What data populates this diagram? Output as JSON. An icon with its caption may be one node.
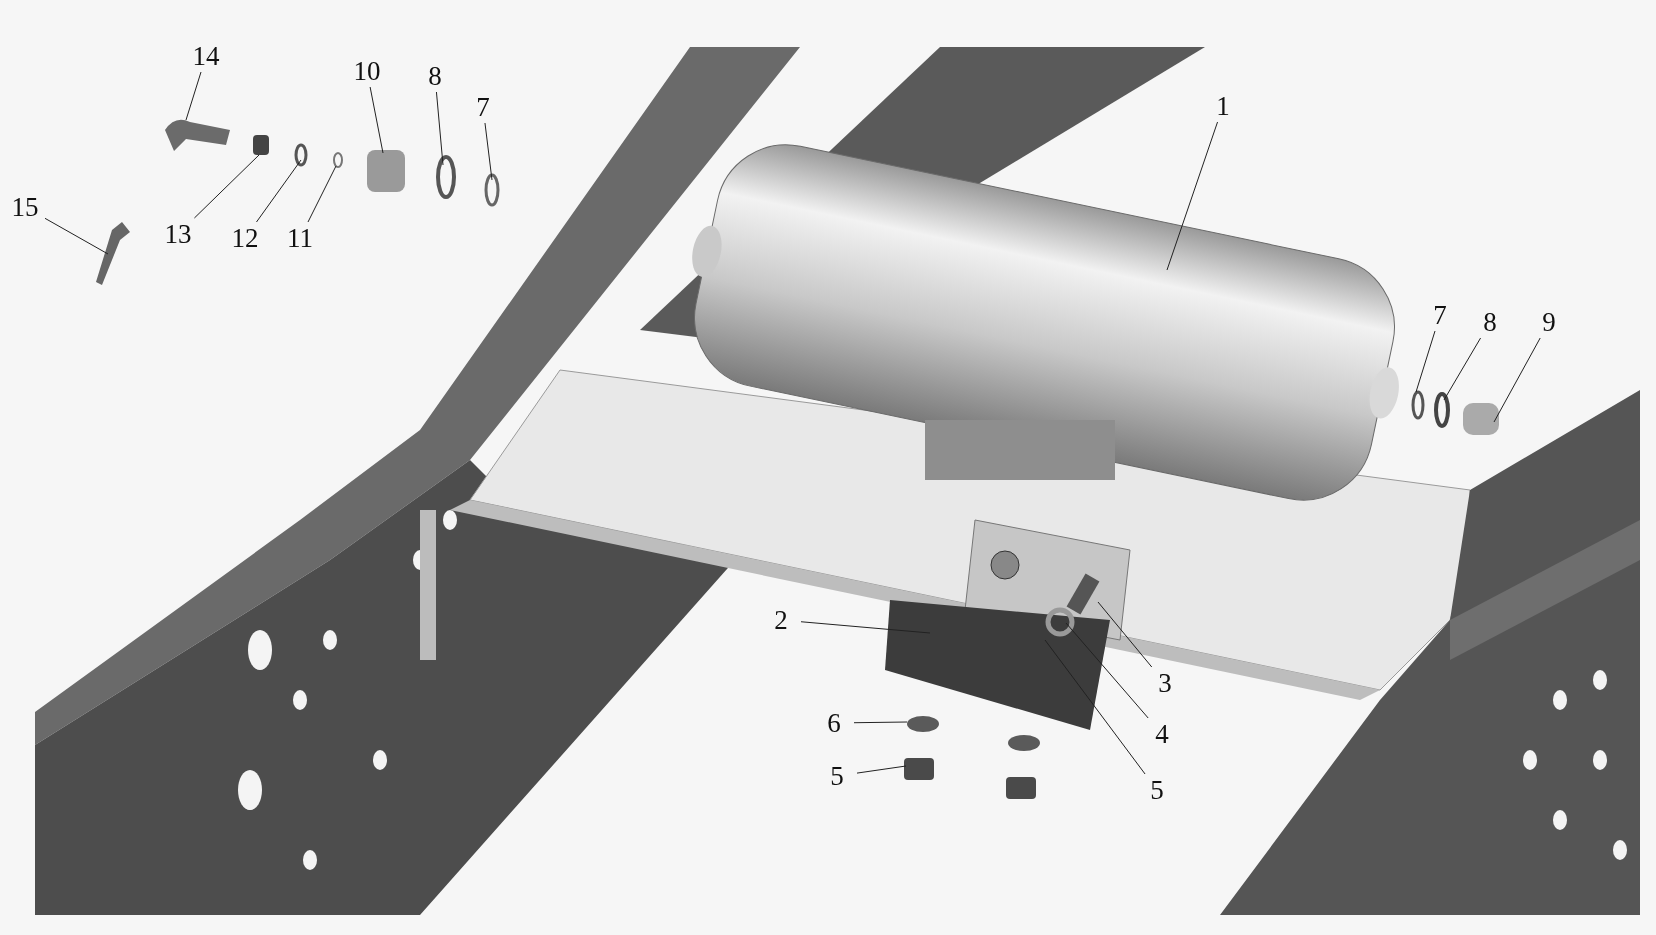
{
  "diagram": {
    "nodes": [
      {
        "text": [
          "14"
        ]
      },
      {
        "text": [
          "10"
        ]
      },
      {
        "text": [
          "8"
        ]
      },
      {
        "text": [
          "7"
        ]
      },
      {
        "text": [
          "1"
        ]
      },
      {
        "text": [
          "15"
        ]
      },
      {
        "text": [
          "13"
        ]
      },
      {
        "text": [
          "12"
        ]
      },
      {
        "text": [
          "11"
        ]
      },
      {
        "text": [
          "7"
        ]
      },
      {
        "text": [
          "8"
        ]
      },
      {
        "text": [
          "9"
        ]
      },
      {
        "text": [
          "2"
        ]
      },
      {
        "text": [
          "6"
        ]
      },
      {
        "text": [
          "3"
        ]
      },
      {
        "text": [
          "4"
        ]
      },
      {
        "text": [
          "5"
        ]
      },
      {
        "text": [
          "5"
        ]
      }
    ],
    "edges": [
      {
        "from": 0,
        "to": null,
        "arrow": "none"
      },
      {
        "from": 1,
        "to": null,
        "arrow": "none"
      },
      {
        "from": 2,
        "to": null,
        "arrow": "none"
      },
      {
        "from": 3,
        "to": null,
        "arrow": "none"
      },
      {
        "from": 4,
        "to": null,
        "arrow": "none"
      },
      {
        "from": 5,
        "to": null,
        "arrow": "none"
      },
      {
        "from": 6,
        "to": null,
        "arrow": "none"
      },
      {
        "from": 7,
        "to": null,
        "arrow": "none"
      },
      {
        "from": 8,
        "to": null,
        "arrow": "none"
      },
      {
        "from": 9,
        "to": null,
        "arrow": "none"
      },
      {
        "from": 10,
        "to": null,
        "arrow": "none"
      },
      {
        "from": 11,
        "to": null,
        "arrow": "none"
      },
      {
        "from": 12,
        "to": null,
        "arrow": "none"
      },
      {
        "from": 13,
        "to": null,
        "arrow": "none"
      },
      {
        "from": 14,
        "to": null,
        "arrow": "none"
      },
      {
        "from": 15,
        "to": null,
        "arrow": "none"
      },
      {
        "from": 16,
        "to": null,
        "arrow": "none"
      },
      {
        "from": 17,
        "to": null,
        "arrow": "none"
      }
    ]
  }
}
